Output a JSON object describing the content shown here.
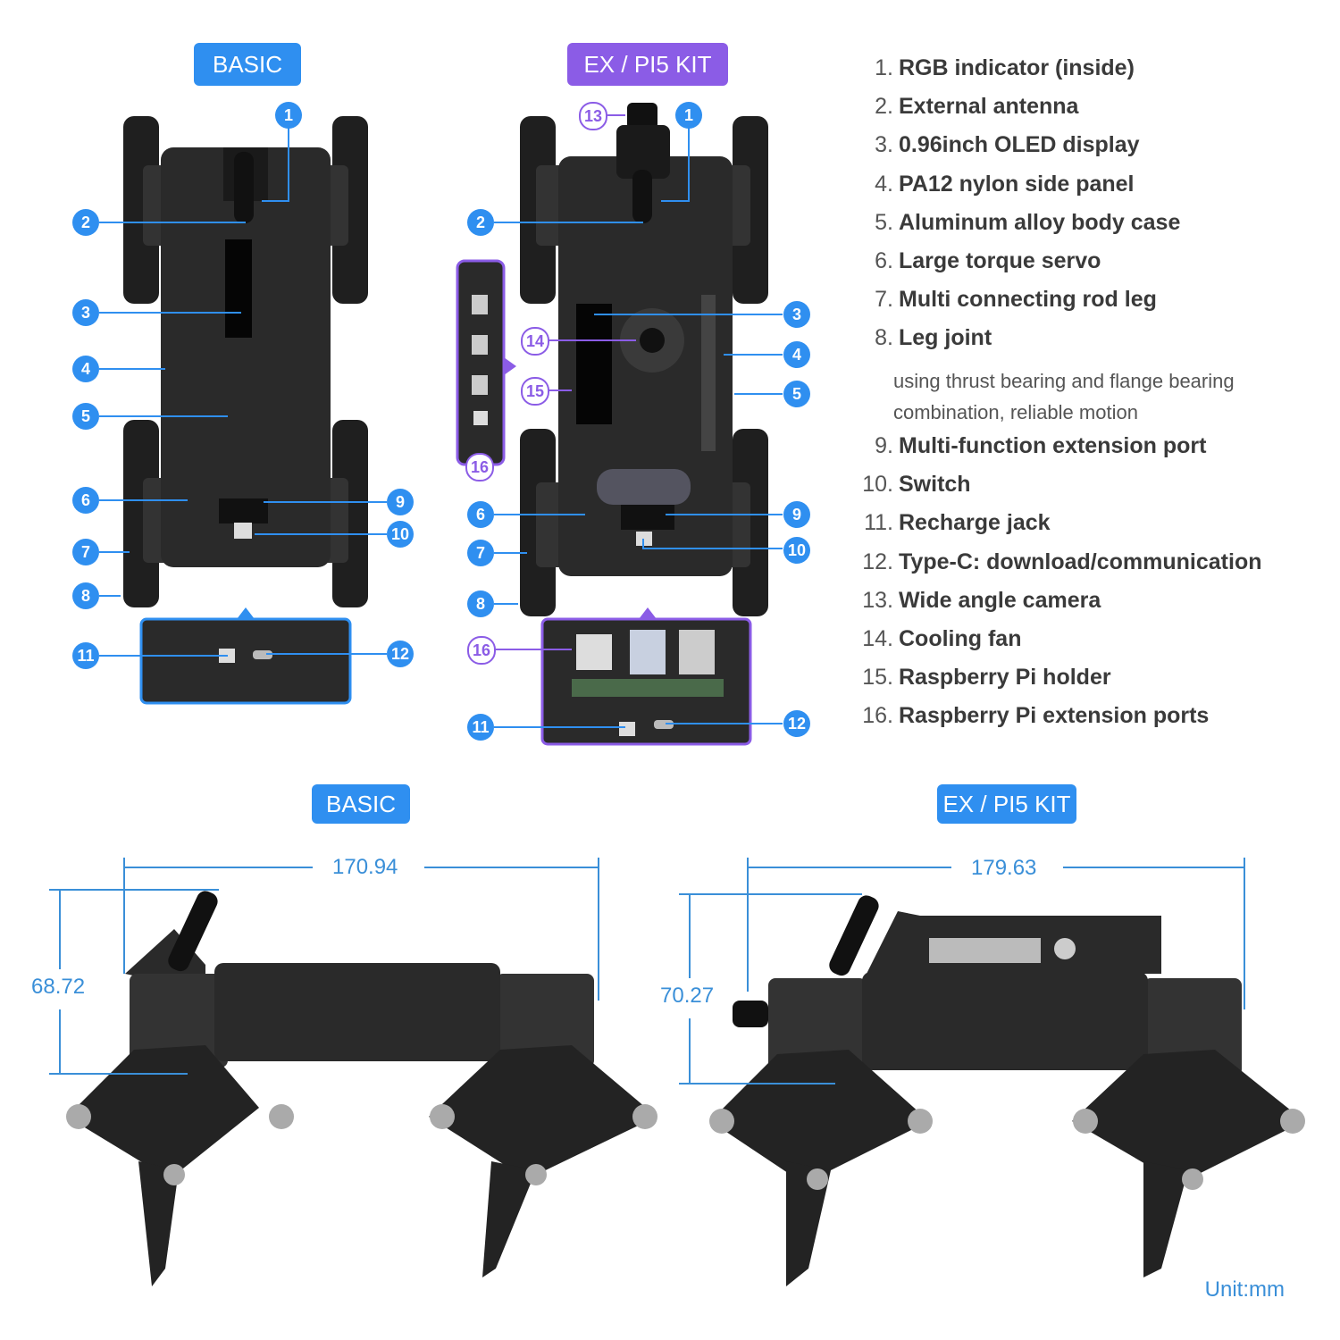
{
  "top_tags": {
    "basic": "BASIC",
    "ex": "EX / PI5 KIT"
  },
  "bottom_tags": {
    "basic": "BASIC",
    "ex": "EX / PI5 KIT"
  },
  "legend": [
    {
      "num": "1.",
      "text": "RGB indicator (inside)"
    },
    {
      "num": "2.",
      "text": "External antenna"
    },
    {
      "num": "3.",
      "text": "0.96inch OLED display"
    },
    {
      "num": "4.",
      "text": "PA12 nylon side panel"
    },
    {
      "num": "5.",
      "text": "Aluminum alloy body case"
    },
    {
      "num": "6.",
      "text": "Large torque servo"
    },
    {
      "num": "7.",
      "text": "Multi connecting rod leg"
    },
    {
      "num": "8.",
      "text": "Leg joint"
    },
    {
      "num": "9.",
      "text": "Multi-function extension port"
    },
    {
      "num": "10.",
      "text": "Switch"
    },
    {
      "num": "11.",
      "text": "Recharge jack"
    },
    {
      "num": "12.",
      "text": "Type-C: download/communication"
    },
    {
      "num": "13.",
      "text": "Wide angle camera"
    },
    {
      "num": "14.",
      "text": "Cooling fan"
    },
    {
      "num": "15.",
      "text": "Raspberry Pi holder"
    },
    {
      "num": "16.",
      "text": "Raspberry Pi extension ports"
    }
  ],
  "legend_note": {
    "line1": "using thrust bearing and flange bearing",
    "line2": "combination, reliable motion"
  },
  "dimensions": {
    "basic_length": "170.94",
    "basic_height": "68.72",
    "ex_length": "179.63",
    "ex_height": "70.27"
  },
  "unit": "Unit:mm",
  "callouts_basic": [
    "1",
    "2",
    "3",
    "4",
    "5",
    "6",
    "7",
    "8",
    "9",
    "10",
    "11",
    "12"
  ],
  "callouts_ex_solid": [
    "1",
    "2",
    "3",
    "4",
    "5",
    "6",
    "7",
    "8",
    "9",
    "10",
    "11",
    "12"
  ],
  "callouts_ex_ring": [
    "13",
    "14",
    "15",
    "16",
    "16"
  ],
  "colors": {
    "accent_blue": "#2f8ff0",
    "accent_purple": "#8b5ce6",
    "body": "#2a2a2a",
    "dim": "#3a8fd8"
  }
}
